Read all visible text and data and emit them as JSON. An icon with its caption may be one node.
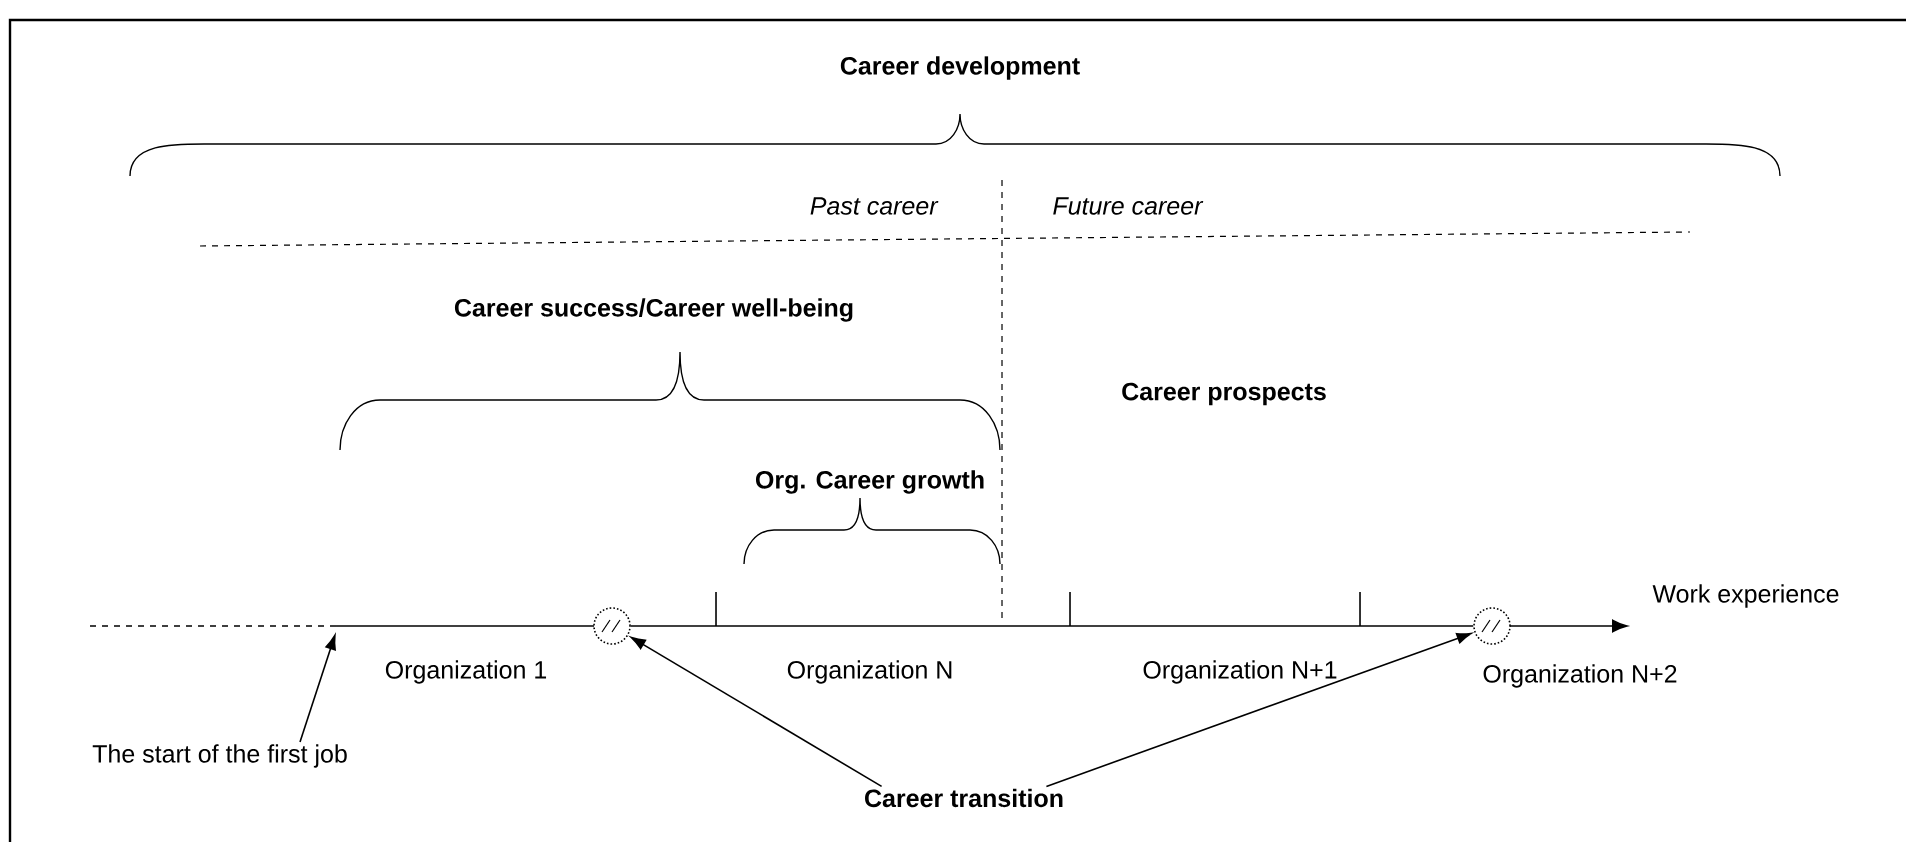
{
  "diagram": {
    "nodes": [
      {
        "text": [
          "The start of the first job"
        ]
      },
      {
        "text": [
          "Career transition"
        ]
      },
      {
        "text": [],
        "shape": "circle"
      },
      {
        "text": [],
        "shape": "circle"
      }
    ],
    "edges": [
      {
        "from": 0,
        "to": null,
        "arrow": "to"
      },
      {
        "from": 1,
        "to": 2,
        "arrow": "to"
      },
      {
        "from": 1,
        "to": 3,
        "arrow": "to"
      },
      {
        "from": 2,
        "to": 3,
        "arrow": "none"
      }
    ],
    "labels": [
      "Career development",
      "Past career",
      "Future career",
      "Career success/Career well-being",
      "Career prospects",
      "Org. Career growth",
      "Work experience",
      "Organization 1",
      "Organization N",
      "Organization N+1",
      "Organization N+2"
    ]
  }
}
